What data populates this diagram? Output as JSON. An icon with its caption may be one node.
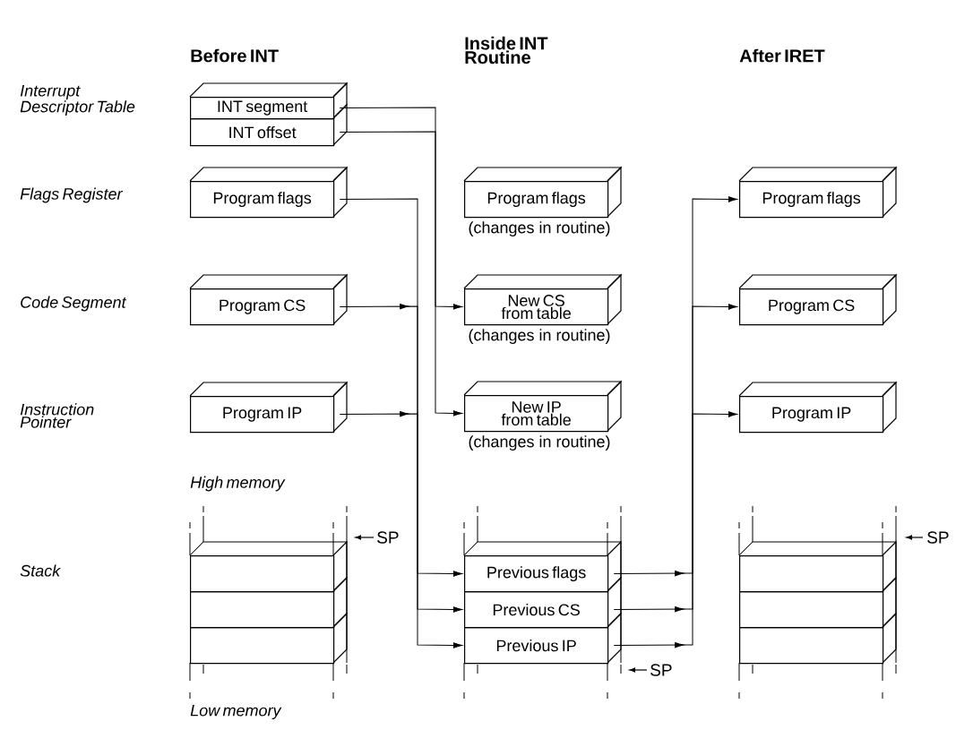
{
  "diagram": {
    "nodes": [
      {
        "text": [
          "INT segment"
        ]
      },
      {
        "text": [
          "INT offset"
        ]
      },
      {
        "text": [
          "Program flags"
        ]
      },
      {
        "text": [
          "Program CS"
        ]
      },
      {
        "text": [
          "Program IP"
        ]
      },
      {
        "text": [
          "Program flags"
        ],
        "beside": [
          "(changes in routine)"
        ]
      },
      {
        "text": [
          "New CS from table"
        ],
        "beside": [
          "(changes in routine)"
        ]
      },
      {
        "text": [
          "New IP from table"
        ],
        "beside": [
          "(changes in routine)"
        ]
      },
      {
        "text": [
          "Program flags"
        ]
      },
      {
        "text": [
          "Program CS"
        ]
      },
      {
        "text": [
          "Program IP"
        ]
      },
      {
        "text": [],
        "shape": "box"
      },
      {
        "text": [],
        "shape": "box"
      },
      {
        "text": [],
        "shape": "box"
      },
      {
        "text": [
          "Previous flags"
        ]
      },
      {
        "text": [
          "Previous CS"
        ]
      },
      {
        "text": [
          "Previous IP"
        ]
      },
      {
        "text": [],
        "shape": "box"
      },
      {
        "text": [],
        "shape": "box"
      },
      {
        "text": [],
        "shape": "box"
      }
    ],
    "edges": [
      {
        "from": 0,
        "to": 6,
        "arrow": "to"
      },
      {
        "from": 1,
        "to": 7,
        "arrow": "to"
      },
      {
        "from": 2,
        "to": 14,
        "arrow": "to"
      },
      {
        "from": 3,
        "to": 15,
        "arrow": "to"
      },
      {
        "from": 4,
        "to": 16,
        "arrow": "to"
      },
      {
        "from": 14,
        "to": 8,
        "arrow": "to"
      },
      {
        "from": 15,
        "to": 9,
        "arrow": "to"
      },
      {
        "from": 16,
        "to": 10,
        "arrow": "to"
      }
    ],
    "labels": [
      "Before INT",
      "Inside INT Routine",
      "After IRET",
      "Interrupt Descriptor Table",
      "Flags Register",
      "Code Segment",
      "Instruction Pointer",
      "High memory",
      "SP",
      "SP",
      "Stack",
      "SP",
      "Low memory"
    ]
  }
}
